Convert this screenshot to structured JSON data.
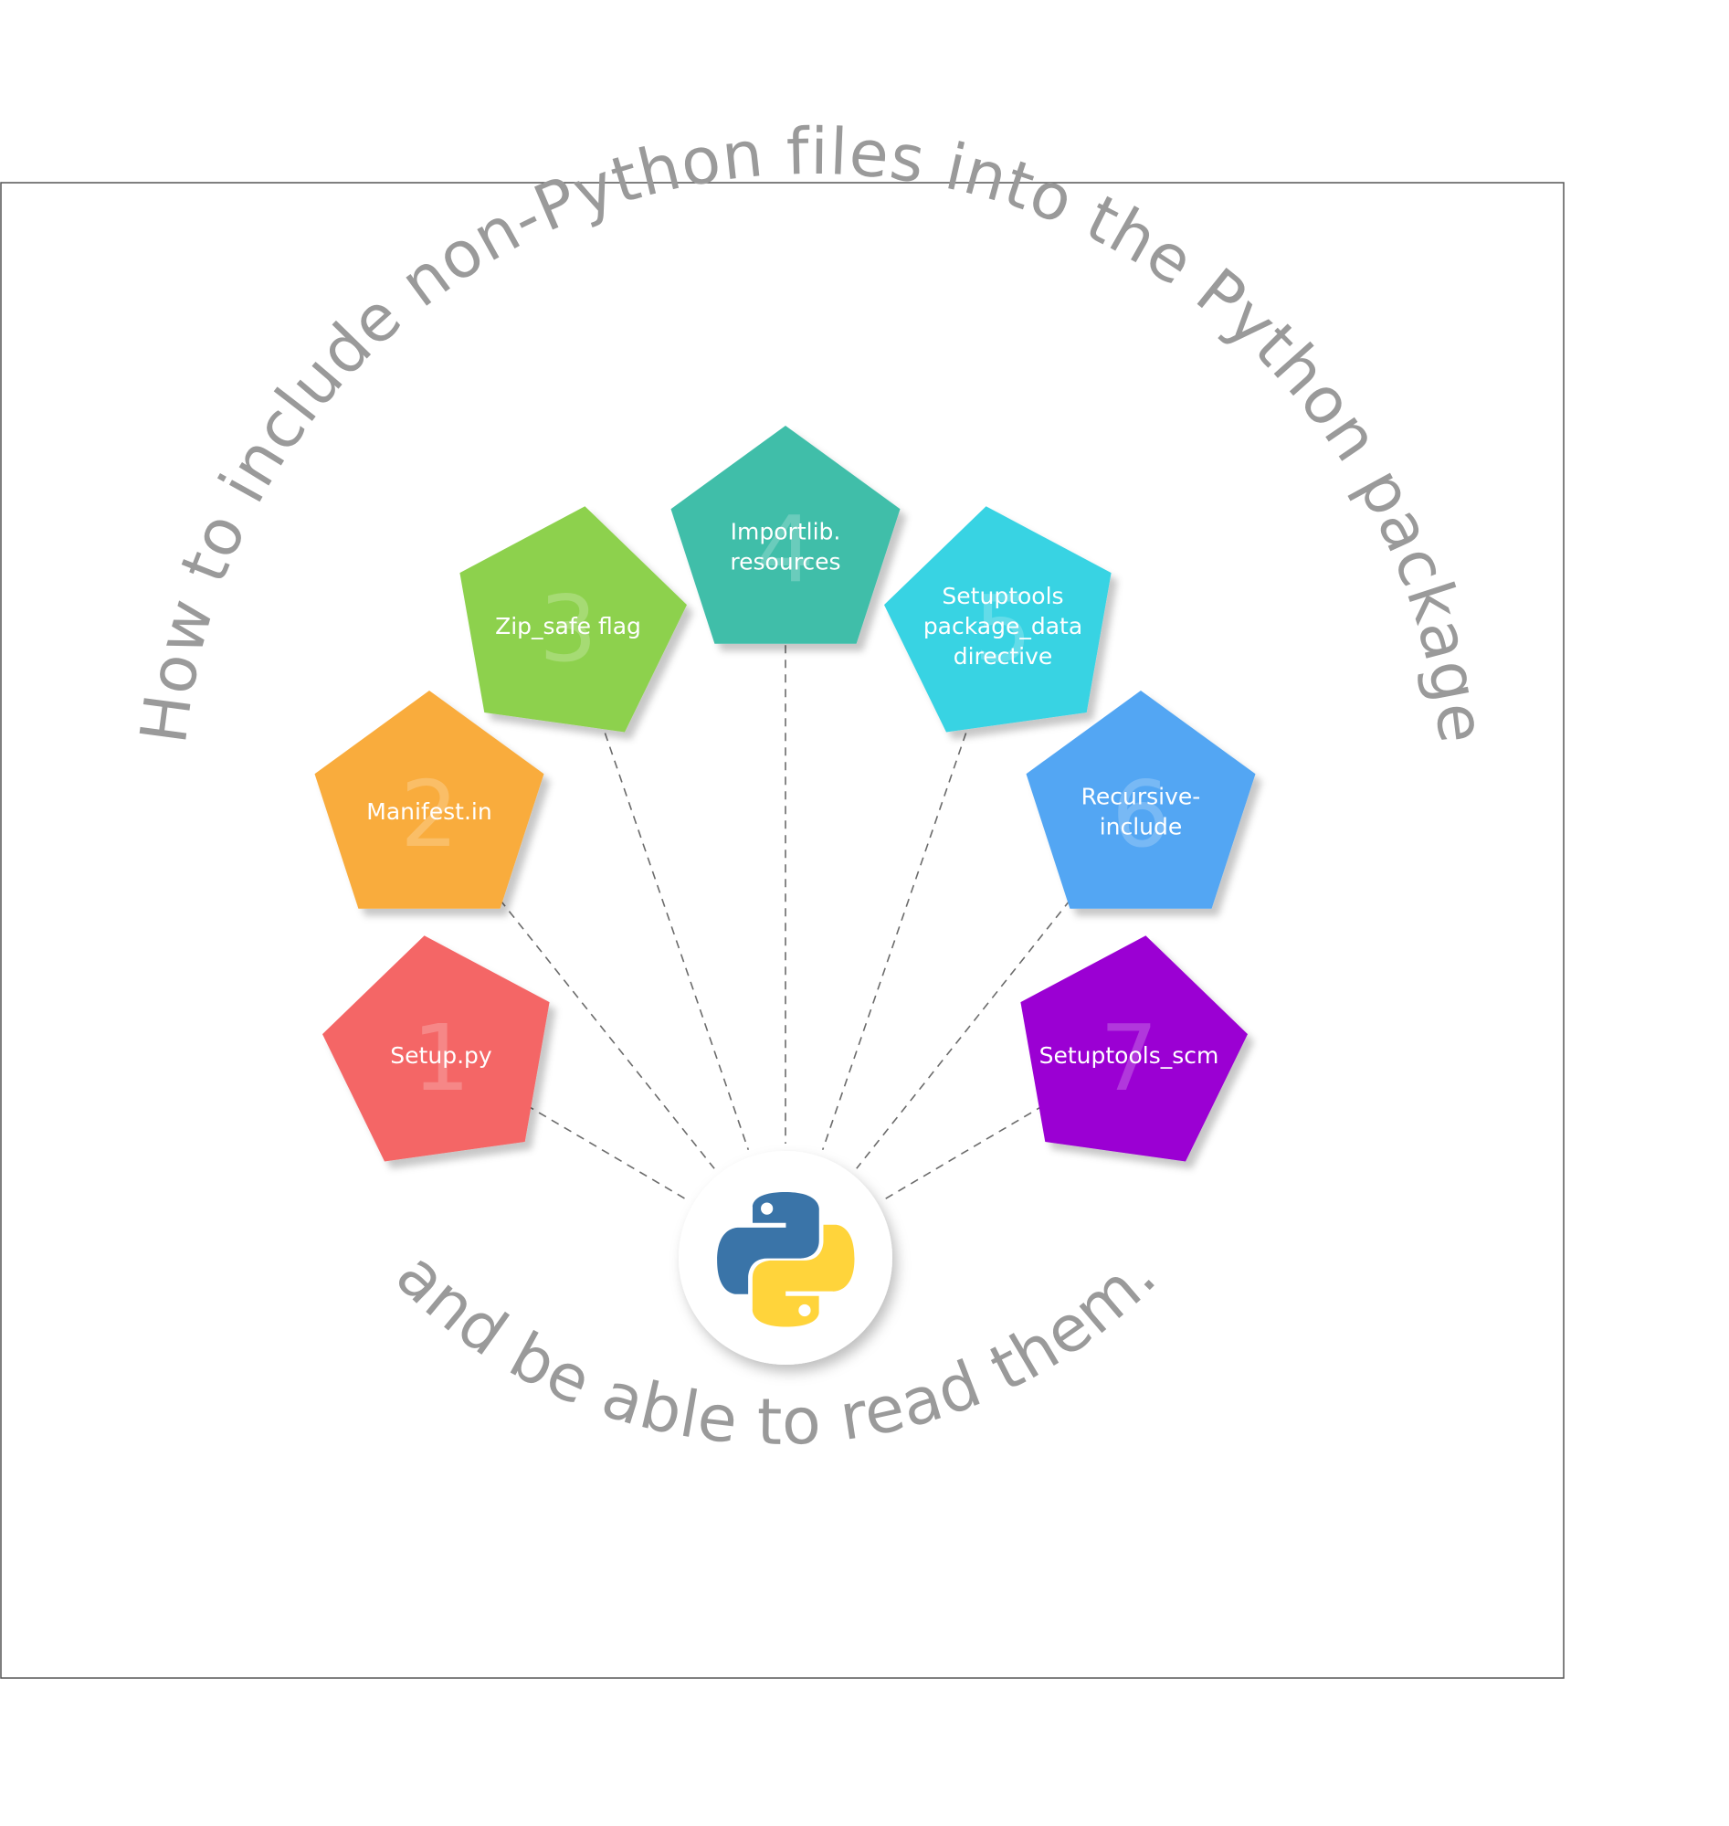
{
  "title": "How to include non-Python files into the Python package",
  "subtitle": "and be able to read them.",
  "center": {
    "icon": "python-logo-icon"
  },
  "colors": {
    "frame": "#555555",
    "arc_text": "#9a9a9a",
    "connector": "#6b6b6b",
    "python_blue": "#3a74a8",
    "python_yellow": "#ffd43b"
  },
  "items": [
    {
      "number": "1",
      "lines": [
        "Setup.py"
      ],
      "color": "#f46666",
      "icon": "pentagon-shape"
    },
    {
      "number": "2",
      "lines": [
        "Manifest.in"
      ],
      "color": "#f9ac3d",
      "icon": "pentagon-shape"
    },
    {
      "number": "3",
      "lines": [
        "Zip_safe flag"
      ],
      "color": "#8dd14e",
      "icon": "pentagon-shape"
    },
    {
      "number": "4",
      "lines": [
        "Importlib.",
        "resources"
      ],
      "color": "#41bea9",
      "icon": "pentagon-shape"
    },
    {
      "number": "5",
      "lines": [
        "Setuptools",
        "package_data",
        "directive"
      ],
      "color": "#38d3e3",
      "icon": "pentagon-shape"
    },
    {
      "number": "6",
      "lines": [
        "Recursive-",
        "include"
      ],
      "color": "#52a6f3",
      "icon": "pentagon-shape"
    },
    {
      "number": "7",
      "lines": [
        "Setuptools_scm"
      ],
      "color": "#9b05d3",
      "icon": "pentagon-shape"
    }
  ]
}
